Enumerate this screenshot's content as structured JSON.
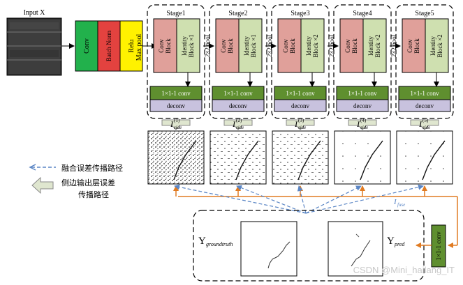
{
  "input": {
    "label": "Input X"
  },
  "stem": {
    "conv": "Conv",
    "bn": "Batch Norm",
    "relu": "Relu",
    "pool": "Max pool"
  },
  "stages": [
    {
      "title": "Stage1",
      "conv": "Conv Block",
      "identity": "Identity Block ×1",
      "pool": "2×2 pool",
      "conv1x1": "1×1-1 conv",
      "deconv": "deconv",
      "side_base": "I",
      "side_sup": "(1)",
      "side_sub": "side"
    },
    {
      "title": "Stage2",
      "conv": "Conv Block",
      "identity": "Identity Block ×1",
      "pool": "2×2 pool",
      "conv1x1": "1×1-1 conv",
      "deconv": "deconv",
      "side_base": "I",
      "side_sup": "(2)",
      "side_sub": "side"
    },
    {
      "title": "Stage3",
      "conv": "Conv Block",
      "identity": "Identity Block ×2",
      "pool": "2×2 pool",
      "conv1x1": "1×1-1 conv",
      "deconv": "deconv",
      "side_base": "I",
      "side_sup": "(3)",
      "side_sub": "side"
    },
    {
      "title": "Stage4",
      "conv": "Conv Block",
      "identity": "Identity Block ×2",
      "pool": "2×2 pool",
      "conv1x1": "1×1-1 conv",
      "deconv": "deconv",
      "side_base": "I",
      "side_sup": "(4)",
      "side_sub": "side"
    },
    {
      "title": "Stage5",
      "conv": "Conv Block",
      "identity": "Identity Block ×2",
      "pool": "",
      "conv1x1": "1×1-1 conv",
      "deconv": "deconv",
      "side_base": "I",
      "side_sup": "(5)",
      "side_sub": "side"
    }
  ],
  "legend": {
    "fusion_error": "融合误差传播路径",
    "side_error_line1": "侧边输出层误差",
    "side_error_line2": "传播路径"
  },
  "fuse": {
    "base": "I",
    "sub": "fuse"
  },
  "bottom": {
    "gt_base": "Y",
    "gt_sub": "groundtruth",
    "pred_base": "Y",
    "pred_sub": "pred",
    "final_conv": "1×1-1 conv"
  },
  "watermark": "CSDN @Mini_hailang_IT",
  "colors": {
    "conv_green": "#22b14c",
    "bn_red": "#e3423f",
    "relu_yellow": "#fff200",
    "block_pink": "#e0a09a",
    "identity_green": "#cfe0b0",
    "conv1x1": "#5f8f2f",
    "deconv": "#c8c2de",
    "arrow_blue": "#5b86c5",
    "arrow_orange": "#e07b22"
  }
}
